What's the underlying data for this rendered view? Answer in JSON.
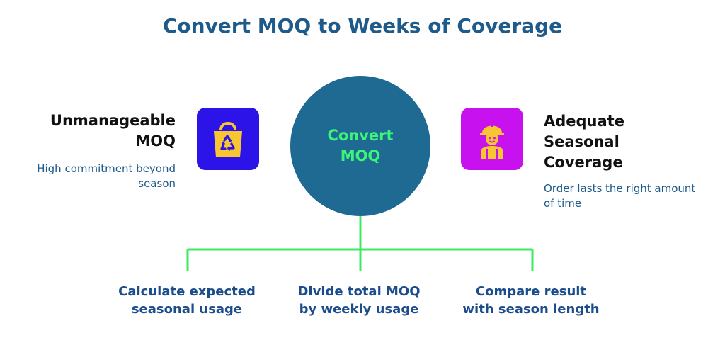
{
  "title": "Convert MOQ to Weeks of Coverage",
  "center": {
    "label": "Convert MOQ"
  },
  "left": {
    "heading": "Unmanageable MOQ",
    "subtext": "High commitment beyond season",
    "icon": "recycle-bag-icon",
    "color": "#2c14e8"
  },
  "right": {
    "heading": "Adequate Seasonal Coverage",
    "subtext": "Order lasts the right amount of time",
    "icon": "worker-icon",
    "color": "#c711ee"
  },
  "steps": [
    {
      "label": "Calculate expected seasonal usage"
    },
    {
      "label": "Divide total MOQ by weekly usage"
    },
    {
      "label": "Compare result with season length"
    }
  ],
  "colors": {
    "title": "#1e5a8a",
    "circle": "#1f6a92",
    "circle_text": "#3df47a",
    "connector": "#3ee860",
    "step_text": "#1b4d8c"
  }
}
